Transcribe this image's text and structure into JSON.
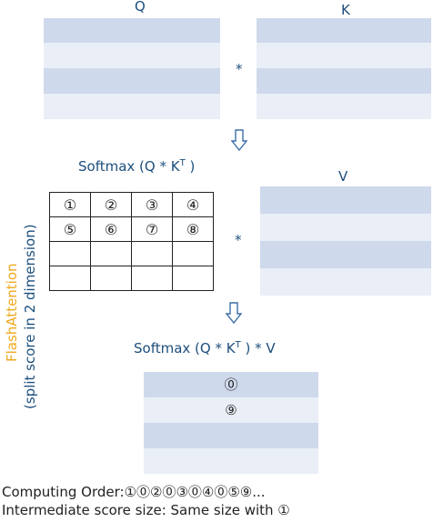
{
  "top": {
    "q_label": "Q",
    "k_label": "K",
    "multiply_sign": "*"
  },
  "middle": {
    "softmax_title": "Softmax (Q * K",
    "softmax_sup": "T",
    "softmax_close": " )",
    "v_label": "V",
    "multiply_sign": "*",
    "score_grid": [
      [
        "①",
        "②",
        "③",
        "④"
      ],
      [
        "⑤",
        "⑥",
        "⑦",
        "⑧"
      ],
      [
        "",
        "",
        "",
        ""
      ],
      [
        "",
        "",
        "",
        ""
      ]
    ]
  },
  "side_label": {
    "flash": "FlashAttention",
    "split": "(split score in 2 dimension)",
    "flash_color": "#f0a81e",
    "split_color": "#1d4f7d"
  },
  "output": {
    "title": "Softmax (Q * K",
    "title_sup": "T",
    "title_close": " ) * V",
    "row_marks": [
      "⓪",
      "⑨",
      "",
      ""
    ]
  },
  "footer": {
    "order_label": "Computing Order:",
    "order_sequence": "①⓪②⓪③⓪④⓪⑤⑨...",
    "intermediate_label": "Intermediate score size: Same size with ①"
  },
  "colors": {
    "band_dark": "#cfd9ec",
    "band_light": "#e9eef7",
    "label": "#1d4f7d",
    "arrow": "#3d6fa8"
  }
}
